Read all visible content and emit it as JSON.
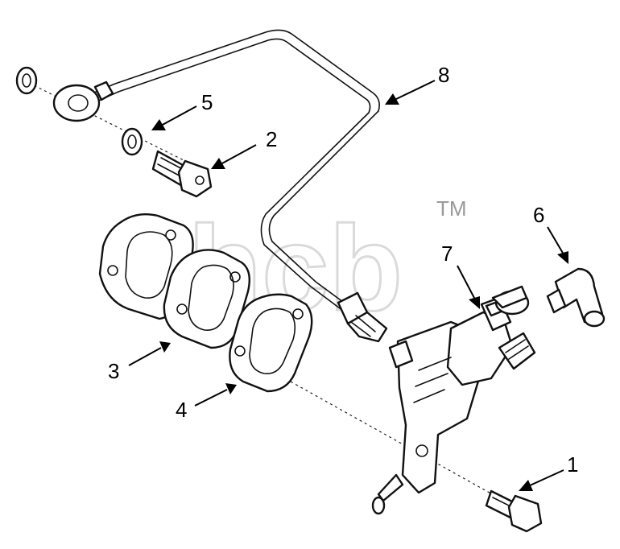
{
  "diagram": {
    "callouts": {
      "c1": "1",
      "c2": "2",
      "c3": "3",
      "c4": "4",
      "c5": "5",
      "c6": "6",
      "c7": "7",
      "c8": "8"
    },
    "watermark": {
      "text": "ahcb",
      "trademark": "TM"
    },
    "colors": {
      "line": "#111111",
      "watermark": "#bdbdbd",
      "background": "#ffffff"
    }
  }
}
